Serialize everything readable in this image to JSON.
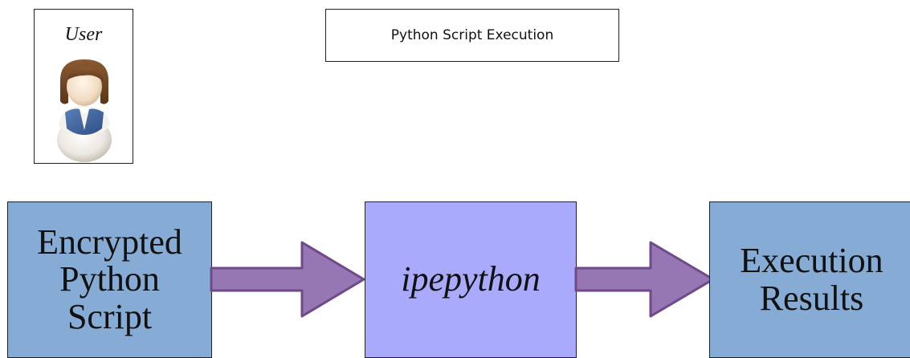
{
  "user": {
    "label": "User",
    "avatar_icon": "user-avatar-icon"
  },
  "title": "Python Script Execution",
  "nodes": {
    "input": "Encrypted\nPython\nScript",
    "process": "ipepython",
    "output": "Execution\nResults"
  },
  "colors": {
    "input_fill": "#86acd5",
    "process_fill": "#aaaafc",
    "output_fill": "#86acd5",
    "arrow_fill": "#9677b3",
    "arrow_stroke": "#6f4a8a"
  }
}
